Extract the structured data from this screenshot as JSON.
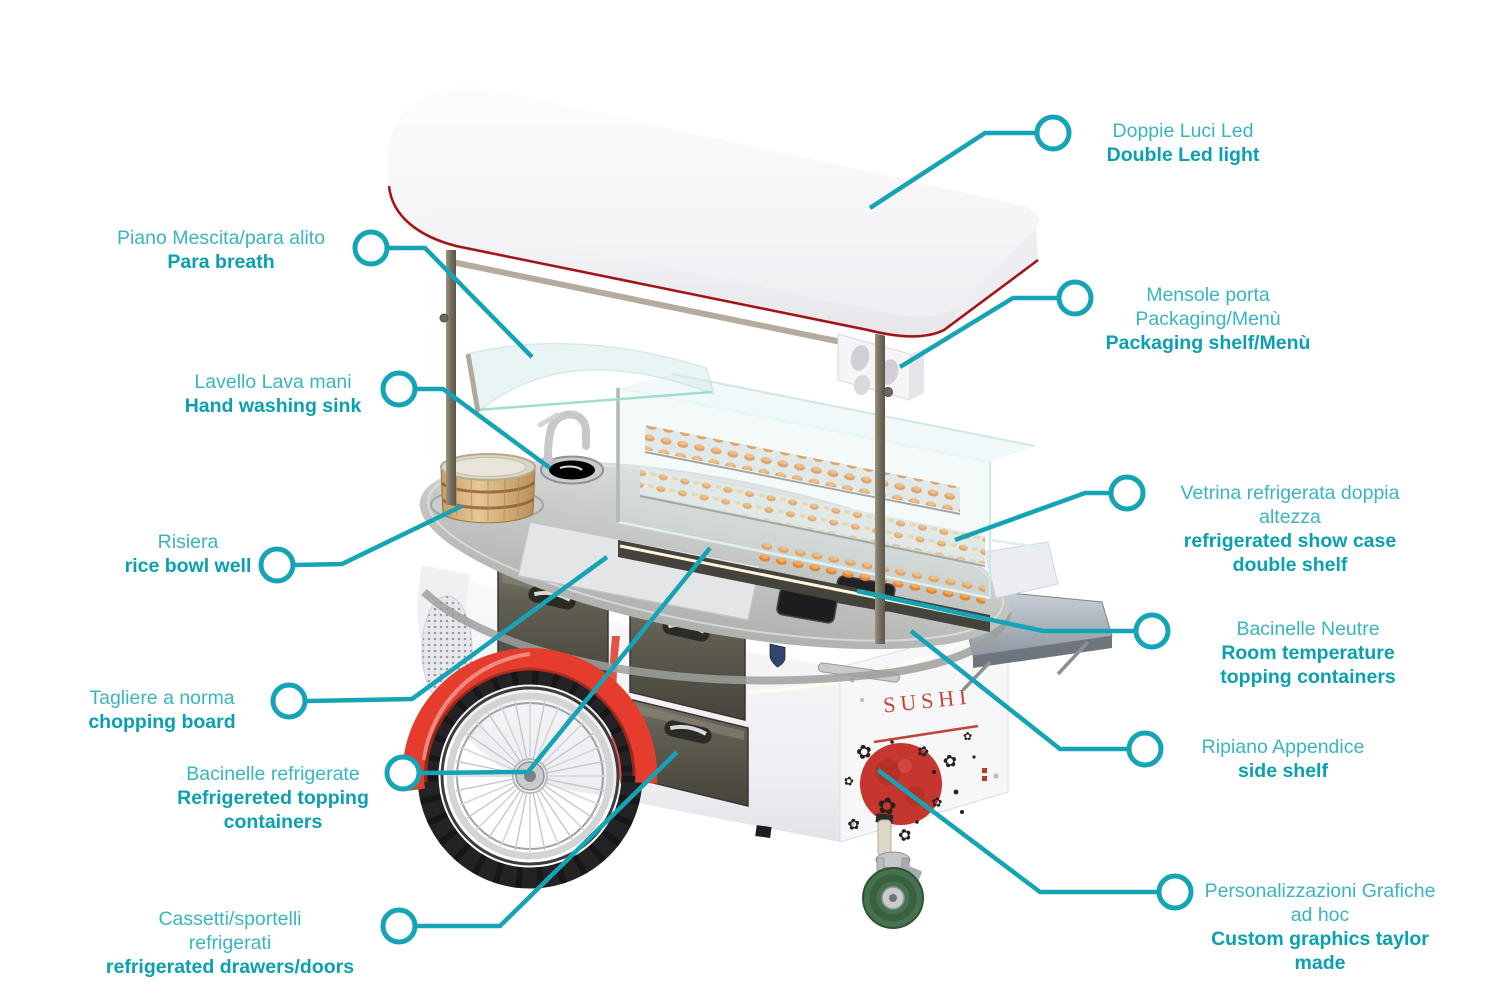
{
  "colors": {
    "accent_line": "#15a4b5",
    "label_italian": "#3bb4c1",
    "label_english": "#0aa0b1",
    "fender_red": "#e63c2d",
    "canopy_trim_red": "#a31217",
    "sun_red": "#c5372e",
    "caster_green": "#46724e"
  },
  "cart": {
    "brand": "SUSHI"
  },
  "callouts": [
    {
      "id": "double-led-light",
      "it": [
        "Doppie Luci Led"
      ],
      "en": [
        "Double Led light"
      ]
    },
    {
      "id": "para-breath",
      "it": [
        "Piano Mescita/para alito"
      ],
      "en": [
        "Para breath"
      ]
    },
    {
      "id": "packaging-shelf",
      "it": [
        "Mensole porta",
        "Packaging/Menù"
      ],
      "en": [
        "Packaging shelf/Menù"
      ]
    },
    {
      "id": "hand-washing-sink",
      "it": [
        "Lavello Lava mani"
      ],
      "en": [
        "Hand washing sink"
      ]
    },
    {
      "id": "rice-bowl-well",
      "it": [
        "Risiera"
      ],
      "en": [
        "rice bowl well"
      ]
    },
    {
      "id": "refrigerated-show-case",
      "it": [
        "Vetrina refrigerata doppia",
        "altezza"
      ],
      "en": [
        "refrigerated show case",
        "double shelf"
      ]
    },
    {
      "id": "room-temp-topping",
      "it": [
        "Bacinelle Neutre"
      ],
      "en": [
        "Room temperature",
        "topping containers"
      ]
    },
    {
      "id": "side-shelf",
      "it": [
        "Ripiano Appendice"
      ],
      "en": [
        "side shelf"
      ]
    },
    {
      "id": "chopping-board",
      "it": [
        "Tagliere a norma"
      ],
      "en": [
        "chopping board"
      ]
    },
    {
      "id": "refrigerated-topping",
      "it": [
        "Bacinelle refrigerate"
      ],
      "en": [
        "Refrigereted topping",
        "containers"
      ]
    },
    {
      "id": "refrigerated-drawers",
      "it": [
        "Cassetti/sportelli",
        "refrigerati"
      ],
      "en": [
        "refrigerated drawers/doors"
      ]
    },
    {
      "id": "custom-graphics",
      "it": [
        "Personalizzazioni Grafiche",
        "ad hoc"
      ],
      "en": [
        "Custom graphics taylor",
        "made"
      ]
    }
  ]
}
